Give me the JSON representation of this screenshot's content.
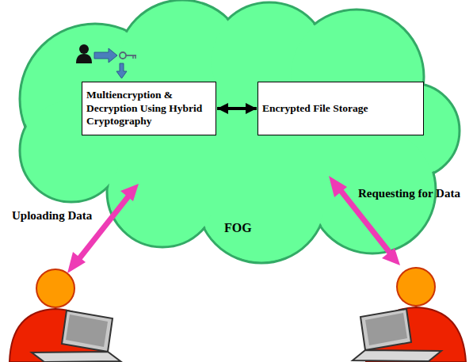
{
  "diagram": {
    "nodes": [
      {
        "text": [
          "FOG"
        ]
      },
      {
        "text": [
          "Multiencryption & Decryption Using Hybrid Cryptography"
        ],
        "in": 0
      },
      {
        "text": [
          "Encrypted File Storage"
        ],
        "in": 0
      }
    ],
    "edges": [
      {
        "from": 1,
        "to": 2,
        "arrow": "both"
      }
    ],
    "labels": [
      "Uploading Data",
      "Requesting for Data"
    ]
  }
}
